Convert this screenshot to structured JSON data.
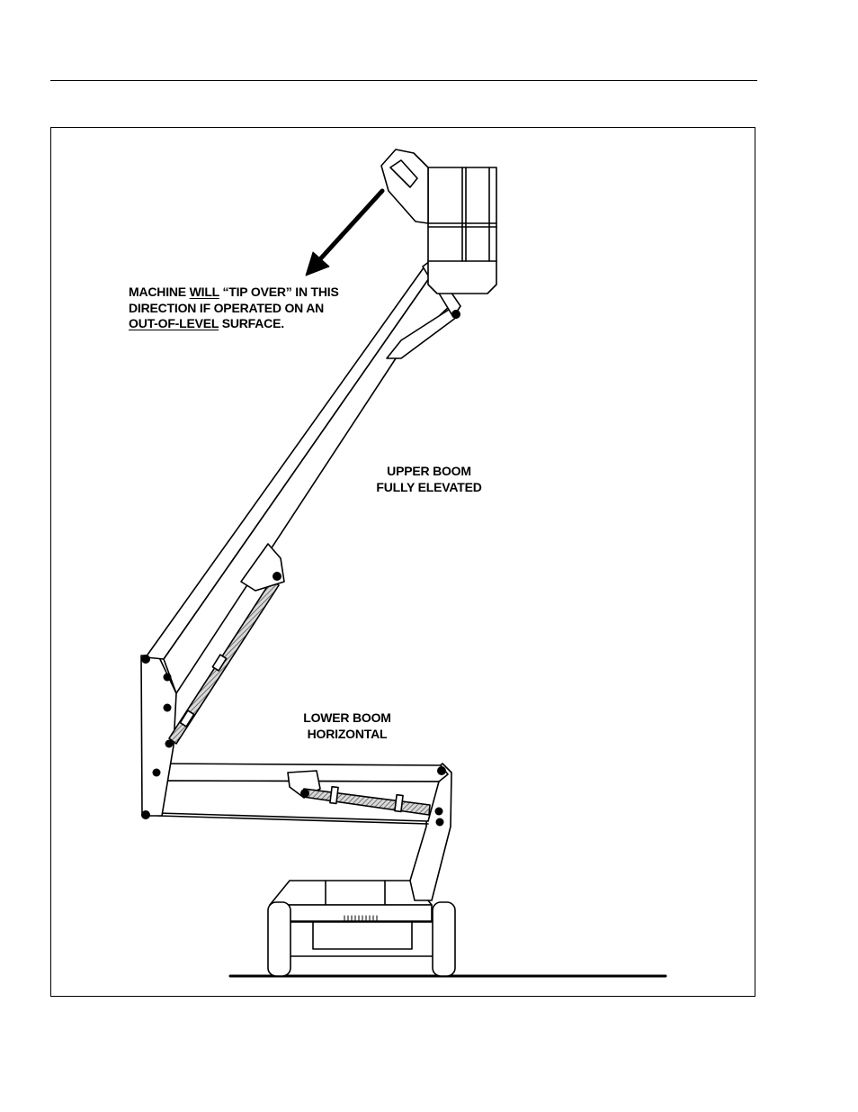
{
  "warning_note": {
    "line1_prefix": "MACHINE ",
    "line1_emphasis": "WILL",
    "line1_suffix": " “TIP OVER” IN THIS",
    "line2": "DIRECTION IF  OPERATED ON AN",
    "line3_emphasis": "OUT-OF-LEVEL",
    "line3_suffix": " SURFACE."
  },
  "upper_boom_label": {
    "line1": "UPPER BOOM",
    "line2": "FULLY ELEVATED"
  },
  "lower_boom_label": {
    "line1": "LOWER BOOM",
    "line2": "HORIZONTAL"
  },
  "colors": {
    "ink": "#000000",
    "hatch": "#8a8a8a",
    "paper": "#ffffff"
  }
}
